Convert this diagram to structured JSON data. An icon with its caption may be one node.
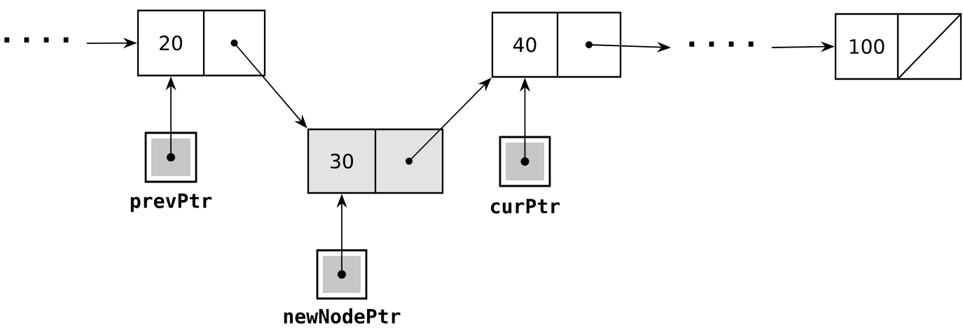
{
  "diagram": {
    "nodes": [
      {
        "text": [
          "· · · ·"
        ]
      },
      {
        "text": [
          "20"
        ]
      },
      {
        "text": [
          "40"
        ]
      },
      {
        "text": [
          "· · · ·"
        ]
      },
      {
        "text": [
          "100"
        ]
      },
      {
        "text": [
          "prevPtr"
        ]
      },
      {
        "text": [
          "30"
        ]
      },
      {
        "text": [
          "curPtr"
        ]
      },
      {
        "text": [
          "newNodePtr"
        ]
      }
    ],
    "edges": [
      {
        "from": 0,
        "to": 1,
        "arrow": "to"
      },
      {
        "from": 1,
        "to": 6,
        "arrow": "to"
      },
      {
        "from": 6,
        "to": 2,
        "arrow": "to"
      },
      {
        "from": 2,
        "to": 3,
        "arrow": "to"
      },
      {
        "from": 3,
        "to": 4,
        "arrow": "to"
      },
      {
        "from": 5,
        "to": 1,
        "arrow": "to"
      },
      {
        "from": 7,
        "to": 2,
        "arrow": "to"
      },
      {
        "from": 8,
        "to": 6,
        "arrow": "to"
      }
    ]
  }
}
